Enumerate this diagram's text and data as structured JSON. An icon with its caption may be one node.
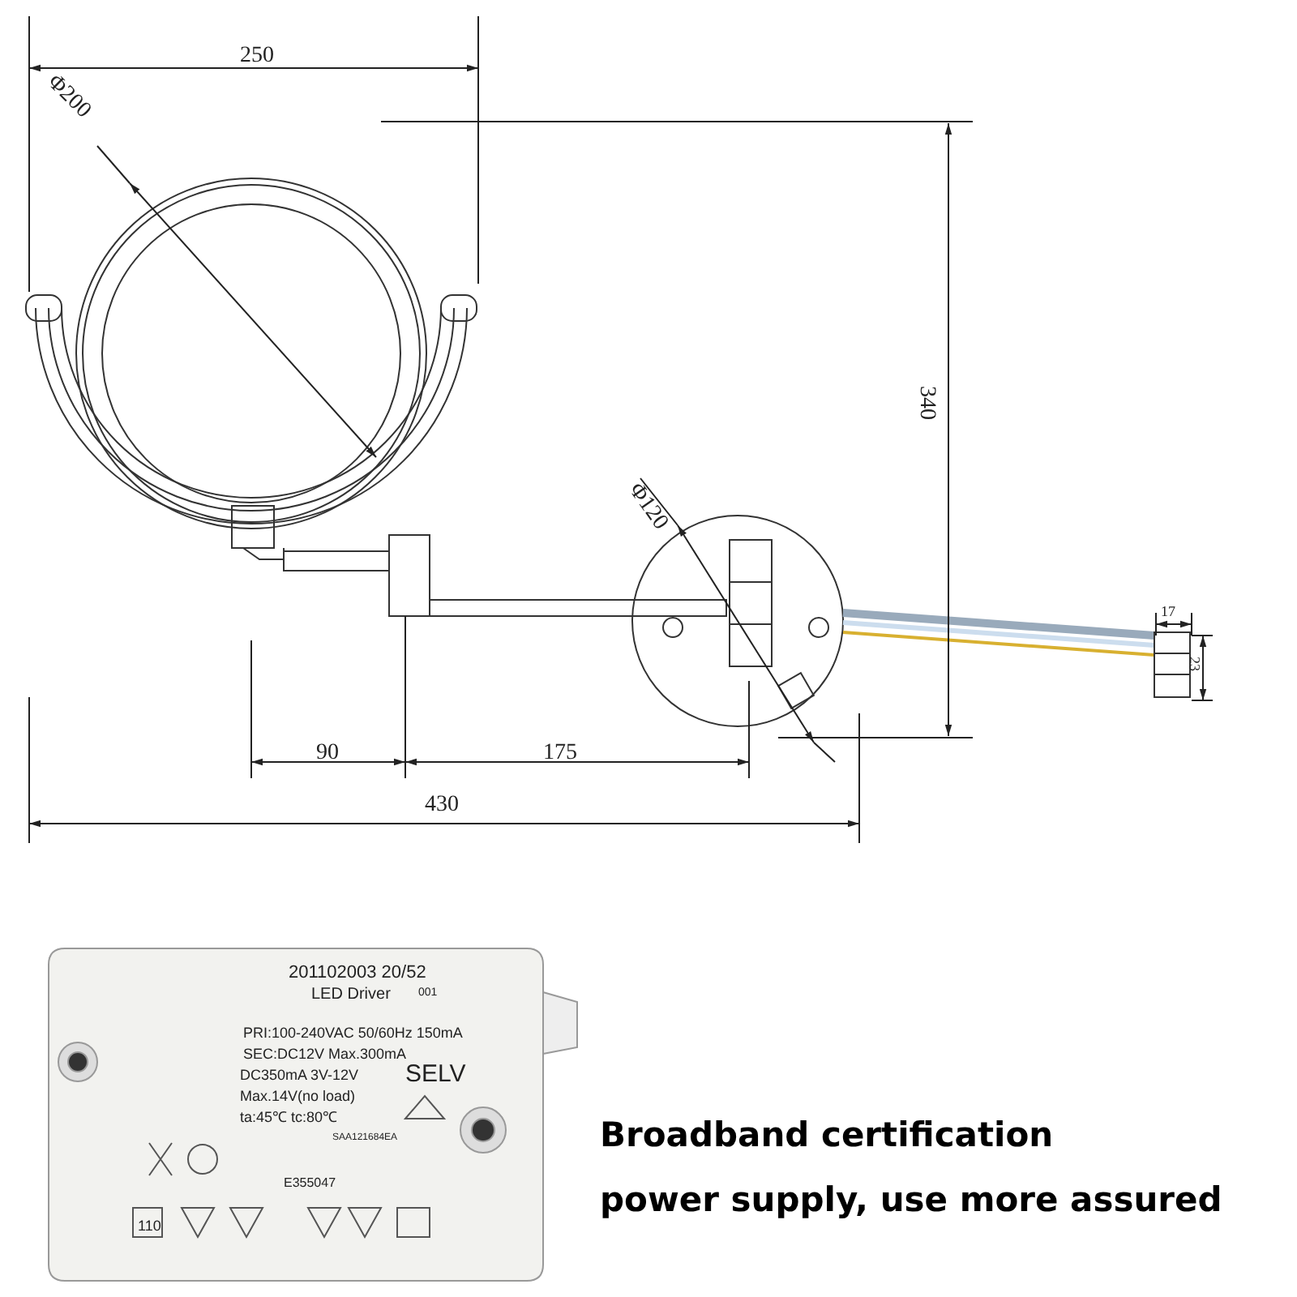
{
  "diagram": {
    "labels": [
      "250",
      "Φ200",
      "340",
      "Φ120",
      "17",
      "23",
      "90",
      "175",
      "430",
      "201102003 20/52",
      "001",
      "LED Driver",
      "PRI:100-240VAC 50/60Hz 150mA",
      "SEC:DC12V Max.300mA",
      "DC350mA 3V-12V",
      "SELV",
      "Max.14V(no load)",
      "ta:45℃ tc:80℃",
      "SAA121684EA",
      "E355047",
      "110",
      "Broadband certification",
      "power supply, use more assured"
    ]
  }
}
